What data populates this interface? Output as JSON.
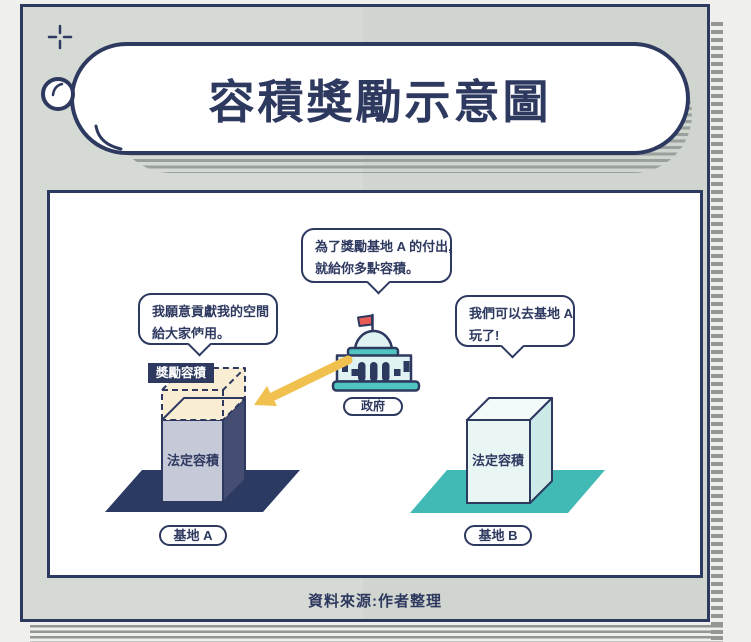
{
  "page": {
    "title": "容積獎勵示意圖",
    "footer": "資料來源:作者整理"
  },
  "palette": {
    "navy_outline": "#2e3960",
    "card_background": "#d5d9d3",
    "page_background": "#efefed",
    "bonus_cream": "#f9eed4",
    "site_a_front_face": "#c6c9d8",
    "site_a_side_face": "#454e72",
    "site_a_ground": "#2b3a63",
    "site_b_ground": "#41b9b4",
    "building_mint": "#dff4f2",
    "building_teal": "#4fc4c0",
    "arrow_yellow": "#f1c14f",
    "flag_red": "#e85c55"
  },
  "diagram": {
    "bubble_government": {
      "line1": "為了獎勵基地 A 的付出,",
      "line2": "就給你多點容積。"
    },
    "bubble_site_a": {
      "line1": "我願意貢獻我的空間",
      "line2": "給大家使用。"
    },
    "bubble_site_b": {
      "line1": "我們可以去基地 A",
      "line2": "玩了!"
    },
    "government_label": "政府",
    "site_a": {
      "bonus_volume_label": "獎勵容積",
      "legal_volume_label": "法定容積",
      "name": "基地 A"
    },
    "site_b": {
      "legal_volume_label": "法定容積",
      "name": "基地 B"
    }
  }
}
